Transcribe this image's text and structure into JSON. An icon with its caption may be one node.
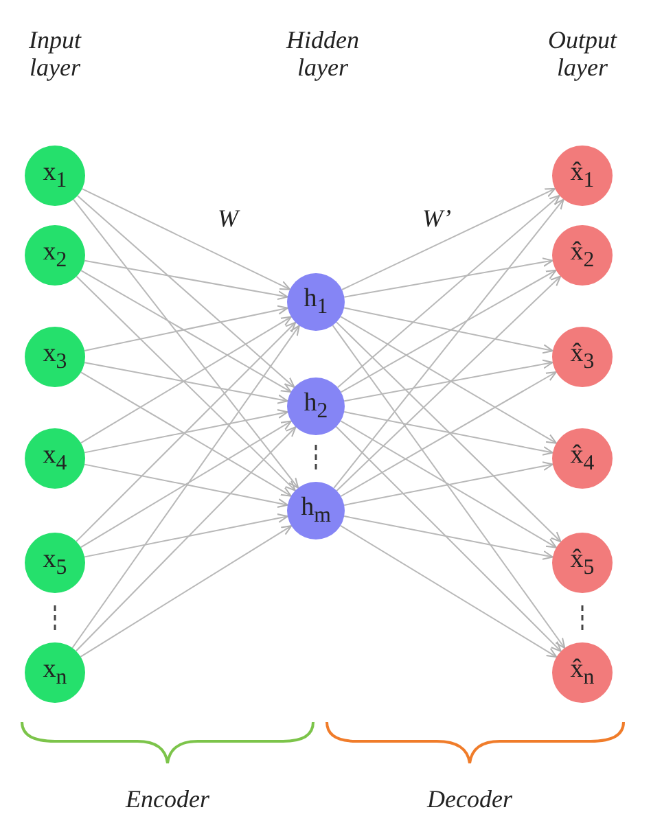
{
  "diagram": {
    "nodes": [
      {
        "text": [
          "x$_{1}$"
        ]
      },
      {
        "text": [
          "x$_{2}$"
        ]
      },
      {
        "text": [
          "x$_{3}$"
        ]
      },
      {
        "text": [
          "x$_{4}$"
        ]
      },
      {
        "text": [
          "x$_{5}$"
        ]
      },
      {
        "text": [
          "x$_{n}$"
        ]
      },
      {
        "text": [
          "h$_{1}$"
        ]
      },
      {
        "text": [
          "h$_{2}$"
        ]
      },
      {
        "text": [
          "h$_{m}$"
        ]
      },
      {
        "text": [
          "x̂$_{1}$"
        ]
      },
      {
        "text": [
          "x̂$_{2}$"
        ]
      },
      {
        "text": [
          "x̂$_{3}$"
        ]
      },
      {
        "text": [
          "x̂$_{4}$"
        ]
      },
      {
        "text": [
          "x̂$_{5}$"
        ]
      },
      {
        "text": [
          "x̂$_{n}$"
        ]
      }
    ],
    "edges": [
      {
        "from": 0,
        "to": 6,
        "arrow": "to"
      },
      {
        "from": 0,
        "to": 7,
        "arrow": "to"
      },
      {
        "from": 0,
        "to": 8,
        "arrow": "to"
      },
      {
        "from": 1,
        "to": 6,
        "arrow": "to"
      },
      {
        "from": 1,
        "to": 7,
        "arrow": "to"
      },
      {
        "from": 1,
        "to": 8,
        "arrow": "to"
      },
      {
        "from": 2,
        "to": 6,
        "arrow": "to"
      },
      {
        "from": 2,
        "to": 7,
        "arrow": "to"
      },
      {
        "from": 2,
        "to": 8,
        "arrow": "to"
      },
      {
        "from": 3,
        "to": 6,
        "arrow": "to"
      },
      {
        "from": 3,
        "to": 7,
        "arrow": "to"
      },
      {
        "from": 3,
        "to": 8,
        "arrow": "to"
      },
      {
        "from": 4,
        "to": 6,
        "arrow": "to"
      },
      {
        "from": 4,
        "to": 7,
        "arrow": "to"
      },
      {
        "from": 4,
        "to": 8,
        "arrow": "to"
      },
      {
        "from": 5,
        "to": 6,
        "arrow": "to"
      },
      {
        "from": 5,
        "to": 7,
        "arrow": "to"
      },
      {
        "from": 5,
        "to": 8,
        "arrow": "to"
      },
      {
        "from": 6,
        "to": 9,
        "arrow": "to"
      },
      {
        "from": 6,
        "to": 10,
        "arrow": "to"
      },
      {
        "from": 6,
        "to": 11,
        "arrow": "to"
      },
      {
        "from": 6,
        "to": 12,
        "arrow": "to"
      },
      {
        "from": 6,
        "to": 13,
        "arrow": "to"
      },
      {
        "from": 6,
        "to": 14,
        "arrow": "to"
      },
      {
        "from": 7,
        "to": 9,
        "arrow": "to"
      },
      {
        "from": 7,
        "to": 10,
        "arrow": "to"
      },
      {
        "from": 7,
        "to": 11,
        "arrow": "to"
      },
      {
        "from": 7,
        "to": 12,
        "arrow": "to"
      },
      {
        "from": 7,
        "to": 13,
        "arrow": "to"
      },
      {
        "from": 7,
        "to": 14,
        "arrow": "to"
      },
      {
        "from": 8,
        "to": 9,
        "arrow": "to"
      },
      {
        "from": 8,
        "to": 10,
        "arrow": "to"
      },
      {
        "from": 8,
        "to": 11,
        "arrow": "to"
      },
      {
        "from": 8,
        "to": 12,
        "arrow": "to"
      },
      {
        "from": 8,
        "to": 13,
        "arrow": "to"
      },
      {
        "from": 8,
        "to": 14,
        "arrow": "to"
      }
    ],
    "labels": [
      "Input layer",
      "Hidden layer",
      "Output layer",
      "W",
      "W’",
      "Encoder",
      "Decoder"
    ]
  }
}
